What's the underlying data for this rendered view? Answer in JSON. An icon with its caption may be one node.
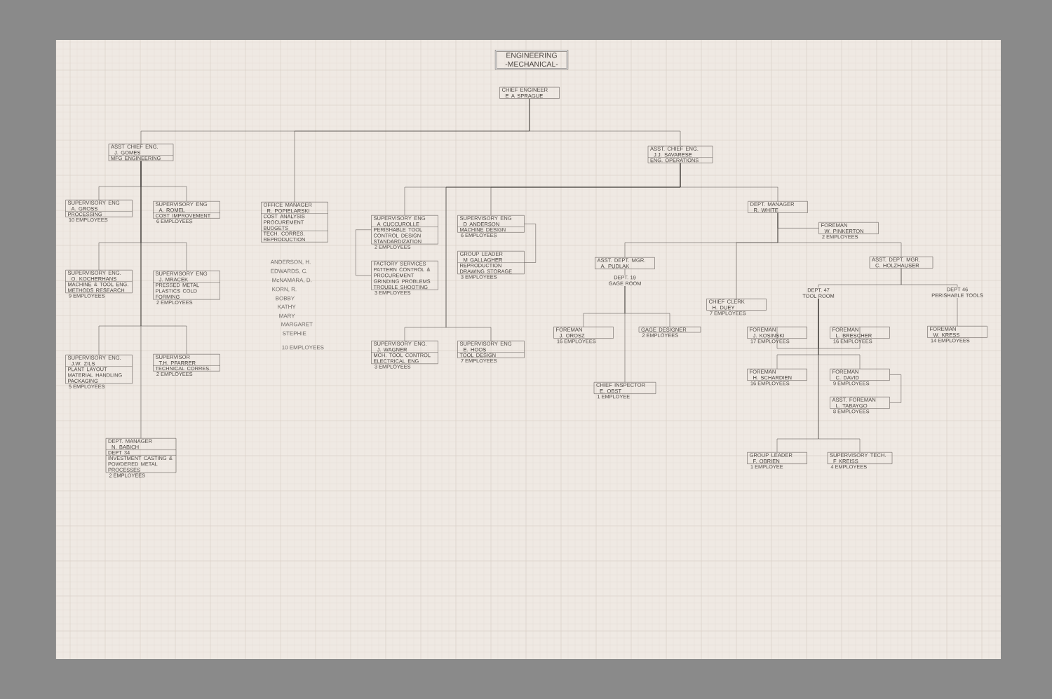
{
  "diagram": {
    "nodes": [
      {
        "text": [
          "CHIEF ENGINEER",
          "E A SPRAGUE"
        ]
      },
      {
        "text": [
          "ASST CHIEF ENG.",
          "J. GOMES",
          "MFG ENGINEERING"
        ]
      },
      {
        "text": [
          "OFFICE MANAGER",
          "R. POPIELARSKI",
          "COST ANALYSIS PROCUREMENT BUDGETS",
          "TECH. CORRES. REPRODUCTION"
        ],
        "beside": [
          "ANDERSON, H.",
          "EDWARDS, C.",
          "McNAMARA, D.",
          "KORN, R.",
          "BOBBY",
          "KATHY",
          "MARY",
          "MARGARET",
          "STEPHIE",
          "10 EMPLOYEES"
        ]
      },
      {
        "text": [
          "ASST. CHIEF ENG.",
          "J.J. SAVARESE",
          "ENG. OPERATIONS"
        ]
      },
      {
        "text": [
          "SUPERVISORY ENG",
          "A. GROSS",
          "PROCESSING"
        ],
        "beside": [
          "10 EMPLOYEES"
        ]
      },
      {
        "text": [
          "SUPERVISORY ENG",
          "A. ROMEL",
          "COST IMPROVEMENT"
        ],
        "beside": [
          "6 EMPLOYEES"
        ]
      },
      {
        "text": [
          "SUPERVISORY ENG.",
          "O. KOCHERHANS",
          "MACHINE & TOOL ENG. METHODS RESEARCH"
        ],
        "beside": [
          "9 EMPLOYEES"
        ]
      },
      {
        "text": [
          "SUPERVISORY ENG",
          "J. MRACEK",
          "PRESSED METAL PLASTICS COLD FORMING"
        ],
        "beside": [
          "2 EMPLOYEES"
        ]
      },
      {
        "text": [
          "SUPERVISORY ENG.",
          "J.W. ZILS",
          "PLANT LAYOUT MATERIAL HANDLING PACKAGING"
        ],
        "beside": [
          "5 EMPLOYEES"
        ]
      },
      {
        "text": [
          "SUPERVISOR",
          "T.H. PFARRER",
          "TECHNICAL CORRES."
        ],
        "beside": [
          "2 EMPLOYEES"
        ]
      },
      {
        "text": [
          "DEPT. MANAGER",
          "N. BABICH",
          "DEPT 34",
          "INVESTMENT CASTING & POWDERED METAL PROCESSES"
        ],
        "beside": [
          "2 EMPLOYEES"
        ]
      },
      {
        "text": [
          "SUPERVISORY ENG",
          "A CUCCUROLLE",
          "PERISHABLE TOOL CONTROL DESIGN STANDARDIZATION"
        ],
        "beside": [
          "2 EMPLOYEES"
        ]
      },
      {
        "text": [
          "FACTORY SERVICES PATTERN CONTROL & PROCUREMENT GRINDING PROBLEMS TROUBLE SHOOTING"
        ],
        "beside": [
          "3 EMPLOYEES"
        ]
      },
      {
        "text": [
          "SUPERVISORY ENG",
          "D ANDERSON",
          "MACHINE DESIGN"
        ],
        "beside": [
          "6 EMPLOYEES"
        ]
      },
      {
        "text": [
          "GROUP LEADER",
          "M GALLAGHER",
          "REPRODUCTION DRAWING STORAGE"
        ],
        "beside": [
          "3 EMPLOYEES"
        ]
      },
      {
        "text": [
          "SUPERVISORY ENG.",
          "J. WAGNER",
          "MCH. TOOL CONTROL ELECTRICAL ENG"
        ],
        "beside": [
          "3 EMPLOYEES"
        ]
      },
      {
        "text": [
          "SUPERVISORY ENG",
          "E. HOOS",
          "TOOL DESIGN"
        ],
        "beside": [
          "7 EMPLOYEES"
        ]
      },
      {
        "text": [
          "DEPT. MANAGER",
          "R. WHITE"
        ]
      },
      {
        "text": [
          "FOREMAN",
          "W. PINKERTON"
        ],
        "beside": [
          "2 EMPLOYEES"
        ]
      },
      {
        "text": [
          "ASST. DEPT. MGR.",
          "A. PUDLAK"
        ]
      },
      {
        "text": [
          "DEPT. 19 GAGE ROOM"
        ]
      },
      {
        "text": [
          "CHIEF CLERK",
          "H. DUEY"
        ],
        "beside": [
          "7 EMPLOYEES"
        ]
      },
      {
        "text": [
          "ASST. DEPT. MGR.",
          "C. HOLZHAUSER"
        ]
      },
      {
        "text": [
          "FOREMAN",
          "J. OROSZ"
        ],
        "beside": [
          "16 EMPLOYEES"
        ]
      },
      {
        "text": [
          "GAGE DESIGNER"
        ],
        "beside": [
          "2 EMPLOYEES"
        ]
      },
      {
        "text": [
          "CHIEF INSPECTOR",
          "E. OBST"
        ],
        "beside": [
          "1 EMPLOYEE"
        ]
      },
      {
        "text": [
          "DEPT. 47 TOOL ROOM"
        ]
      },
      {
        "text": [
          "DEPT 46 PERISHABLE TOOLS"
        ]
      },
      {
        "text": [
          "FOREMAN",
          "J. KOSINSKI"
        ],
        "beside": [
          "17 EMPLOYEES"
        ]
      },
      {
        "text": [
          "FOREMAN",
          "L. BRESCHER"
        ],
        "beside": [
          "16 EMPLOYEES"
        ]
      },
      {
        "text": [
          "FOREMAN",
          "W. KRESS"
        ],
        "beside": [
          "14 EMPLOYEES"
        ]
      },
      {
        "text": [
          "FOREMAN",
          "H. SCHARDIEN"
        ],
        "beside": [
          "16 EMPLOYEES"
        ]
      },
      {
        "text": [
          "FOREMAN",
          "C. DAVID"
        ],
        "beside": [
          "9 EMPLOYEES"
        ]
      },
      {
        "text": [
          "ASST. FOREMAN",
          "L. TABAYGO"
        ],
        "beside": [
          "8 EMPLOYEES"
        ]
      },
      {
        "text": [
          "GROUP LEADER",
          "F. OBRIEN"
        ],
        "beside": [
          "1 EMPLOYEE"
        ]
      },
      {
        "text": [
          "SUPERVISORY TECH.",
          "F KREISS"
        ],
        "beside": [
          "4 EMPLOYEES"
        ]
      },
      {
        "text": [
          "ENGINEERING -MECHANICAL-"
        ]
      }
    ],
    "edges": [
      {
        "from": 0,
        "to": 1,
        "arrow": "none"
      },
      {
        "from": 0,
        "to": 2,
        "arrow": "none"
      },
      {
        "from": 0,
        "to": 3,
        "arrow": "none"
      },
      {
        "from": 1,
        "to": 4,
        "arrow": "none"
      },
      {
        "from": 1,
        "to": 5,
        "arrow": "none"
      },
      {
        "from": 1,
        "to": 6,
        "arrow": "none"
      },
      {
        "from": 1,
        "to": 7,
        "arrow": "none"
      },
      {
        "from": 1,
        "to": 8,
        "arrow": "none"
      },
      {
        "from": 1,
        "to": 9,
        "arrow": "none"
      },
      {
        "from": 1,
        "to": 10,
        "arrow": "none"
      },
      {
        "from": 3,
        "to": 11,
        "arrow": "none"
      },
      {
        "from": 3,
        "to": 13,
        "arrow": "none"
      },
      {
        "from": 3,
        "to": 15,
        "arrow": "none"
      },
      {
        "from": 3,
        "to": 16,
        "arrow": "none"
      },
      {
        "from": 3,
        "to": 17,
        "arrow": "none"
      },
      {
        "from": 11,
        "to": 12,
        "arrow": "none"
      },
      {
        "from": 13,
        "to": 14,
        "arrow": "none"
      },
      {
        "from": 17,
        "to": 18,
        "arrow": "none"
      },
      {
        "from": 17,
        "to": 19,
        "arrow": "none"
      },
      {
        "from": 17,
        "to": 21,
        "arrow": "none"
      },
      {
        "from": 17,
        "to": 22,
        "arrow": "none"
      },
      {
        "from": 19,
        "to": 20,
        "arrow": "none"
      },
      {
        "from": 20,
        "to": 23,
        "arrow": "none"
      },
      {
        "from": 20,
        "to": 24,
        "arrow": "none"
      },
      {
        "from": 20,
        "to": 25,
        "arrow": "none"
      },
      {
        "from": 22,
        "to": 26,
        "arrow": "none"
      },
      {
        "from": 22,
        "to": 27,
        "arrow": "none"
      },
      {
        "from": 27,
        "to": 30,
        "arrow": "none"
      },
      {
        "from": 26,
        "to": 28,
        "arrow": "none"
      },
      {
        "from": 26,
        "to": 29,
        "arrow": "none"
      },
      {
        "from": 26,
        "to": 31,
        "arrow": "none"
      },
      {
        "from": 26,
        "to": 32,
        "arrow": "none"
      },
      {
        "from": 26,
        "to": 34,
        "arrow": "none"
      },
      {
        "from": 26,
        "to": 35,
        "arrow": "none"
      },
      {
        "from": 32,
        "to": 33,
        "arrow": "none"
      }
    ]
  }
}
